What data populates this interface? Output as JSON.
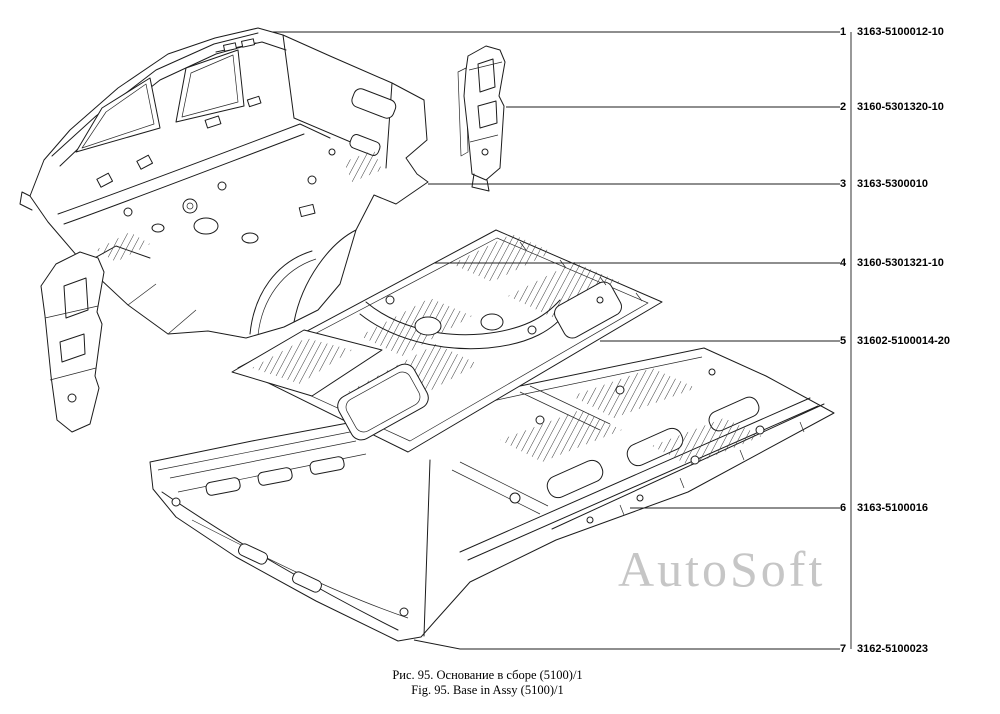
{
  "figure": {
    "caption_ru": "Рис. 95. Основание в сборе (5100)/1",
    "caption_en": "Fig. 95. Base in Assy (5100)/1",
    "watermark": "AutoSoft"
  },
  "callouts": [
    {
      "num": "1",
      "part": "3163-5100012-10"
    },
    {
      "num": "2",
      "part": "3160-5301320-10"
    },
    {
      "num": "3",
      "part": "3163-5300010"
    },
    {
      "num": "4",
      "part": "3160-5301321-10"
    },
    {
      "num": "5",
      "part": "31602-5100014-20"
    },
    {
      "num": "6",
      "part": "3163-5100016"
    },
    {
      "num": "7",
      "part": "3162-5100023"
    }
  ],
  "colors": {
    "line": "#1c1c1c",
    "watermark": "#c6c6c6",
    "background": "#ffffff"
  }
}
